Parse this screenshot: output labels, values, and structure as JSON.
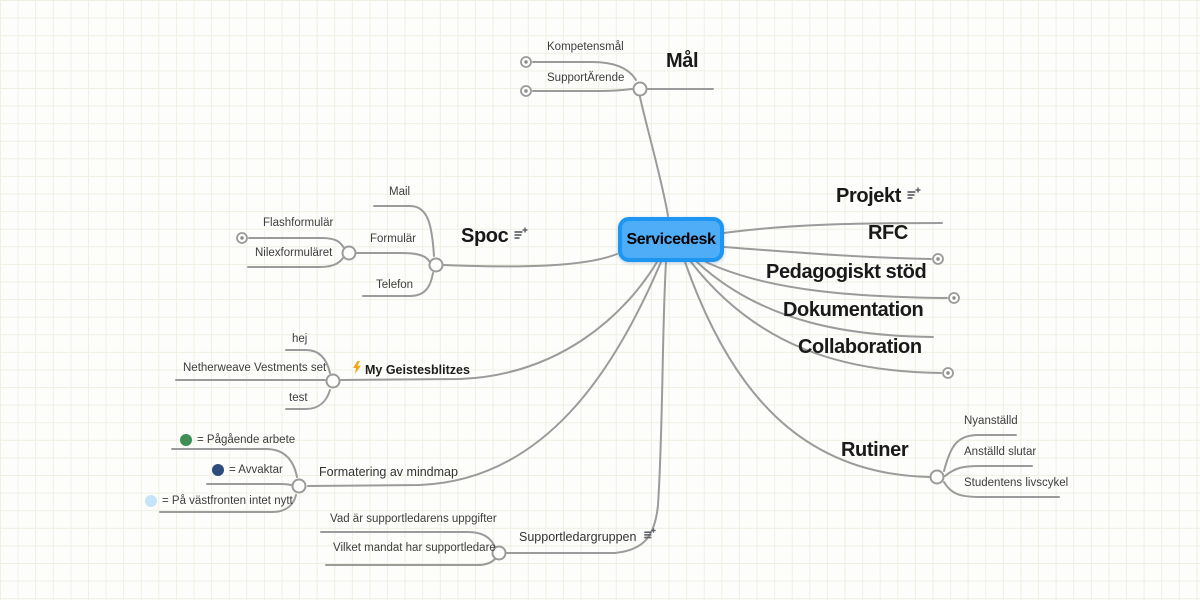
{
  "app": {
    "type": "mind-map-editor"
  },
  "colors": {
    "root_fill": "#4fadf8",
    "root_border": "#1d96f2",
    "connector": "#9b9b9b",
    "status_in_progress": "#3e8e55",
    "status_waiting": "#2c4d7c",
    "status_quiet": "#c6e4f7",
    "lightning": "#f2a71b"
  },
  "icons": {
    "note_add": "note-add-icon",
    "lightning": "lightning-icon",
    "collapsed_marker": "collapse-indicator",
    "junction": "hub-circle"
  },
  "map": {
    "root": {
      "label": "Servicedesk"
    },
    "branches": [
      {
        "label": "Mål",
        "children": [
          {
            "label": "Kompetensmål",
            "collapsed": true
          },
          {
            "label": "SupportÄrende",
            "collapsed": true
          }
        ]
      },
      {
        "label": "Projekt",
        "icon": "note-add-icon"
      },
      {
        "label": "RFC",
        "collapsed": true
      },
      {
        "label": "Pedagogiskt stöd",
        "collapsed": true
      },
      {
        "label": "Dokumentation"
      },
      {
        "label": "Collaboration",
        "collapsed": true
      },
      {
        "label": "Rutiner",
        "children": [
          {
            "label": "Nyanställd"
          },
          {
            "label": "Anställd slutar"
          },
          {
            "label": "Studentens livscykel"
          }
        ]
      },
      {
        "label": "Spoc",
        "icon": "note-add-icon",
        "children": [
          {
            "label": "Mail"
          },
          {
            "label": "Formulär",
            "children": [
              {
                "label": "Flashformulär",
                "collapsed": true
              },
              {
                "label": "Nilexformuläret"
              }
            ]
          },
          {
            "label": "Telefon"
          }
        ]
      },
      {
        "label": "My Geistesblitzes",
        "icon": "lightning-icon",
        "children": [
          {
            "label": "hej"
          },
          {
            "label": "Netherweave Vestments set"
          },
          {
            "label": "test"
          }
        ]
      },
      {
        "label": "Formatering av mindmap",
        "children": [
          {
            "label": "= Pågående arbete",
            "dot_color": "#3e8e55"
          },
          {
            "label": "= Avvaktar",
            "dot_color": "#2c4d7c"
          },
          {
            "label": "= På västfronten intet nytt",
            "dot_color": "#c6e4f7"
          }
        ]
      },
      {
        "label": "Supportledargruppen",
        "icon": "note-add-icon",
        "children": [
          {
            "label": "Vad är supportledarens uppgifter"
          },
          {
            "label": "Vilket mandat har supportledare"
          }
        ]
      }
    ]
  }
}
